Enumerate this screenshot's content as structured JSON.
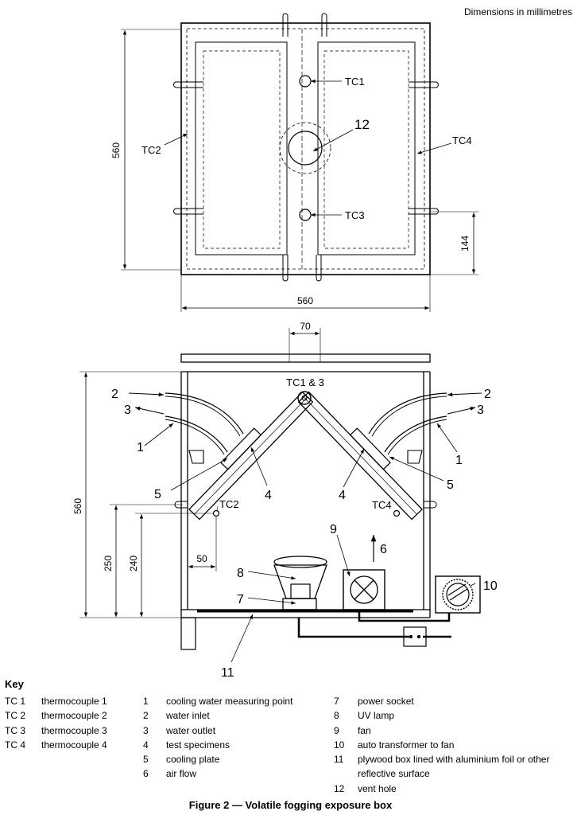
{
  "note": "Dimensions in millimetres",
  "top_view": {
    "labels": {
      "tc1": "TC1",
      "tc2": "TC2",
      "tc3": "TC3",
      "tc4": "TC4",
      "vent": "12"
    },
    "dims": {
      "height": "560",
      "width": "560",
      "offset": "144"
    }
  },
  "front_view": {
    "labels": {
      "tc13": "TC1 & 3",
      "tc2": "TC2",
      "tc4": "TC4",
      "c1l": "1",
      "c2l": "2",
      "c3l": "3",
      "c4l": "4",
      "c5l": "5",
      "c1r": "1",
      "c2r": "2",
      "c3r": "3",
      "c4r": "4",
      "c5r": "5",
      "c6": "6",
      "c7": "7",
      "c8": "8",
      "c9": "9",
      "c10": "10",
      "c11": "11"
    },
    "dims": {
      "vent": "70",
      "height": "560",
      "h250": "250",
      "h240": "240",
      "w50": "50"
    }
  },
  "key": {
    "title": "Key",
    "tc_items": [
      {
        "code": "TC 1",
        "desc": "thermocouple 1"
      },
      {
        "code": "TC 2",
        "desc": "thermocouple 2"
      },
      {
        "code": "TC 3",
        "desc": "thermocouple 3"
      },
      {
        "code": "TC 4",
        "desc": "thermocouple 4"
      }
    ],
    "items_a": [
      {
        "code": "1",
        "desc": "cooling water measuring point"
      },
      {
        "code": "2",
        "desc": "water inlet"
      },
      {
        "code": "3",
        "desc": "water outlet"
      },
      {
        "code": "4",
        "desc": "test specimens"
      },
      {
        "code": "5",
        "desc": "cooling plate"
      },
      {
        "code": "6",
        "desc": "air flow"
      }
    ],
    "items_b": [
      {
        "code": "7",
        "desc": "power socket"
      },
      {
        "code": "8",
        "desc": "UV lamp"
      },
      {
        "code": "9",
        "desc": "fan"
      },
      {
        "code": "10",
        "desc": "auto transformer to fan"
      },
      {
        "code": "11",
        "desc": "plywood box lined with aluminium foil or other reflective surface"
      },
      {
        "code": "12",
        "desc": "vent hole"
      }
    ]
  },
  "caption": "Figure 2 — Volatile fogging exposure box"
}
